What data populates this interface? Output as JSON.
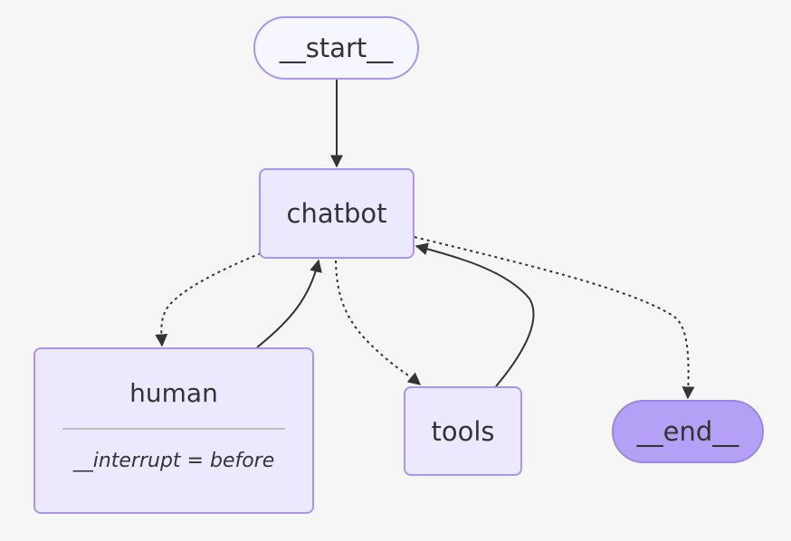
{
  "diagram": {
    "type": "langgraph-flowchart",
    "nodes": {
      "start": {
        "label": "__start__"
      },
      "chatbot": {
        "label": "chatbot"
      },
      "human": {
        "label": "human",
        "metadata": "__interrupt = before"
      },
      "tools": {
        "label": "tools"
      },
      "end": {
        "label": "__end__"
      }
    },
    "edges": [
      {
        "from": "start",
        "to": "chatbot",
        "style": "solid"
      },
      {
        "from": "chatbot",
        "to": "human",
        "style": "dashed"
      },
      {
        "from": "human",
        "to": "chatbot",
        "style": "solid"
      },
      {
        "from": "chatbot",
        "to": "tools",
        "style": "dashed"
      },
      {
        "from": "tools",
        "to": "chatbot",
        "style": "solid"
      },
      {
        "from": "chatbot",
        "to": "end",
        "style": "dashed"
      }
    ],
    "colors": {
      "background": "#f6f6f6",
      "node_fill": "#ece9ff",
      "node_border": "#a995ee",
      "end_fill": "#b4a1f6",
      "edge": "#333333"
    }
  }
}
